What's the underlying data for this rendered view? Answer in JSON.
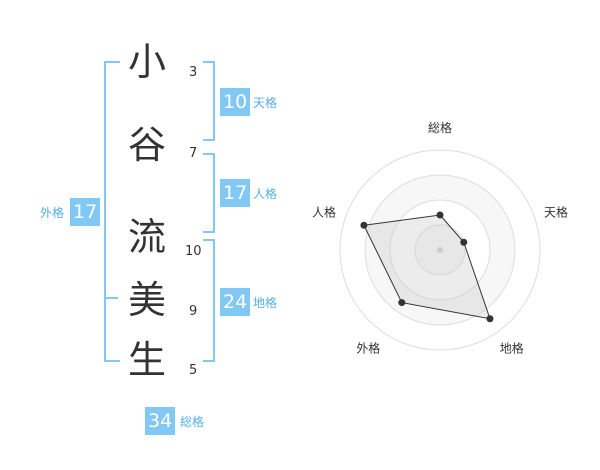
{
  "name_chars": [
    {
      "char": "小",
      "strokes": "3"
    },
    {
      "char": "谷",
      "strokes": "7"
    },
    {
      "char": "流",
      "strokes": "10"
    },
    {
      "char": "美",
      "strokes": "9"
    },
    {
      "char": "生",
      "strokes": "5"
    }
  ],
  "fortunes": {
    "tenkaku": {
      "value": "10",
      "label": "天格"
    },
    "jinkaku": {
      "value": "17",
      "label": "人格"
    },
    "chikaku": {
      "value": "24",
      "label": "地格"
    },
    "gaikaku": {
      "value": "17",
      "label": "外格"
    },
    "soukaku": {
      "value": "34",
      "label": "総格"
    }
  },
  "colors": {
    "accent": "#82c8f4",
    "label_text": "#55aee8"
  },
  "radar": {
    "labels": [
      "総格",
      "天格",
      "地格",
      "外格",
      "人格"
    ],
    "values": [
      0.35,
      0.25,
      0.85,
      0.65,
      0.8
    ]
  }
}
